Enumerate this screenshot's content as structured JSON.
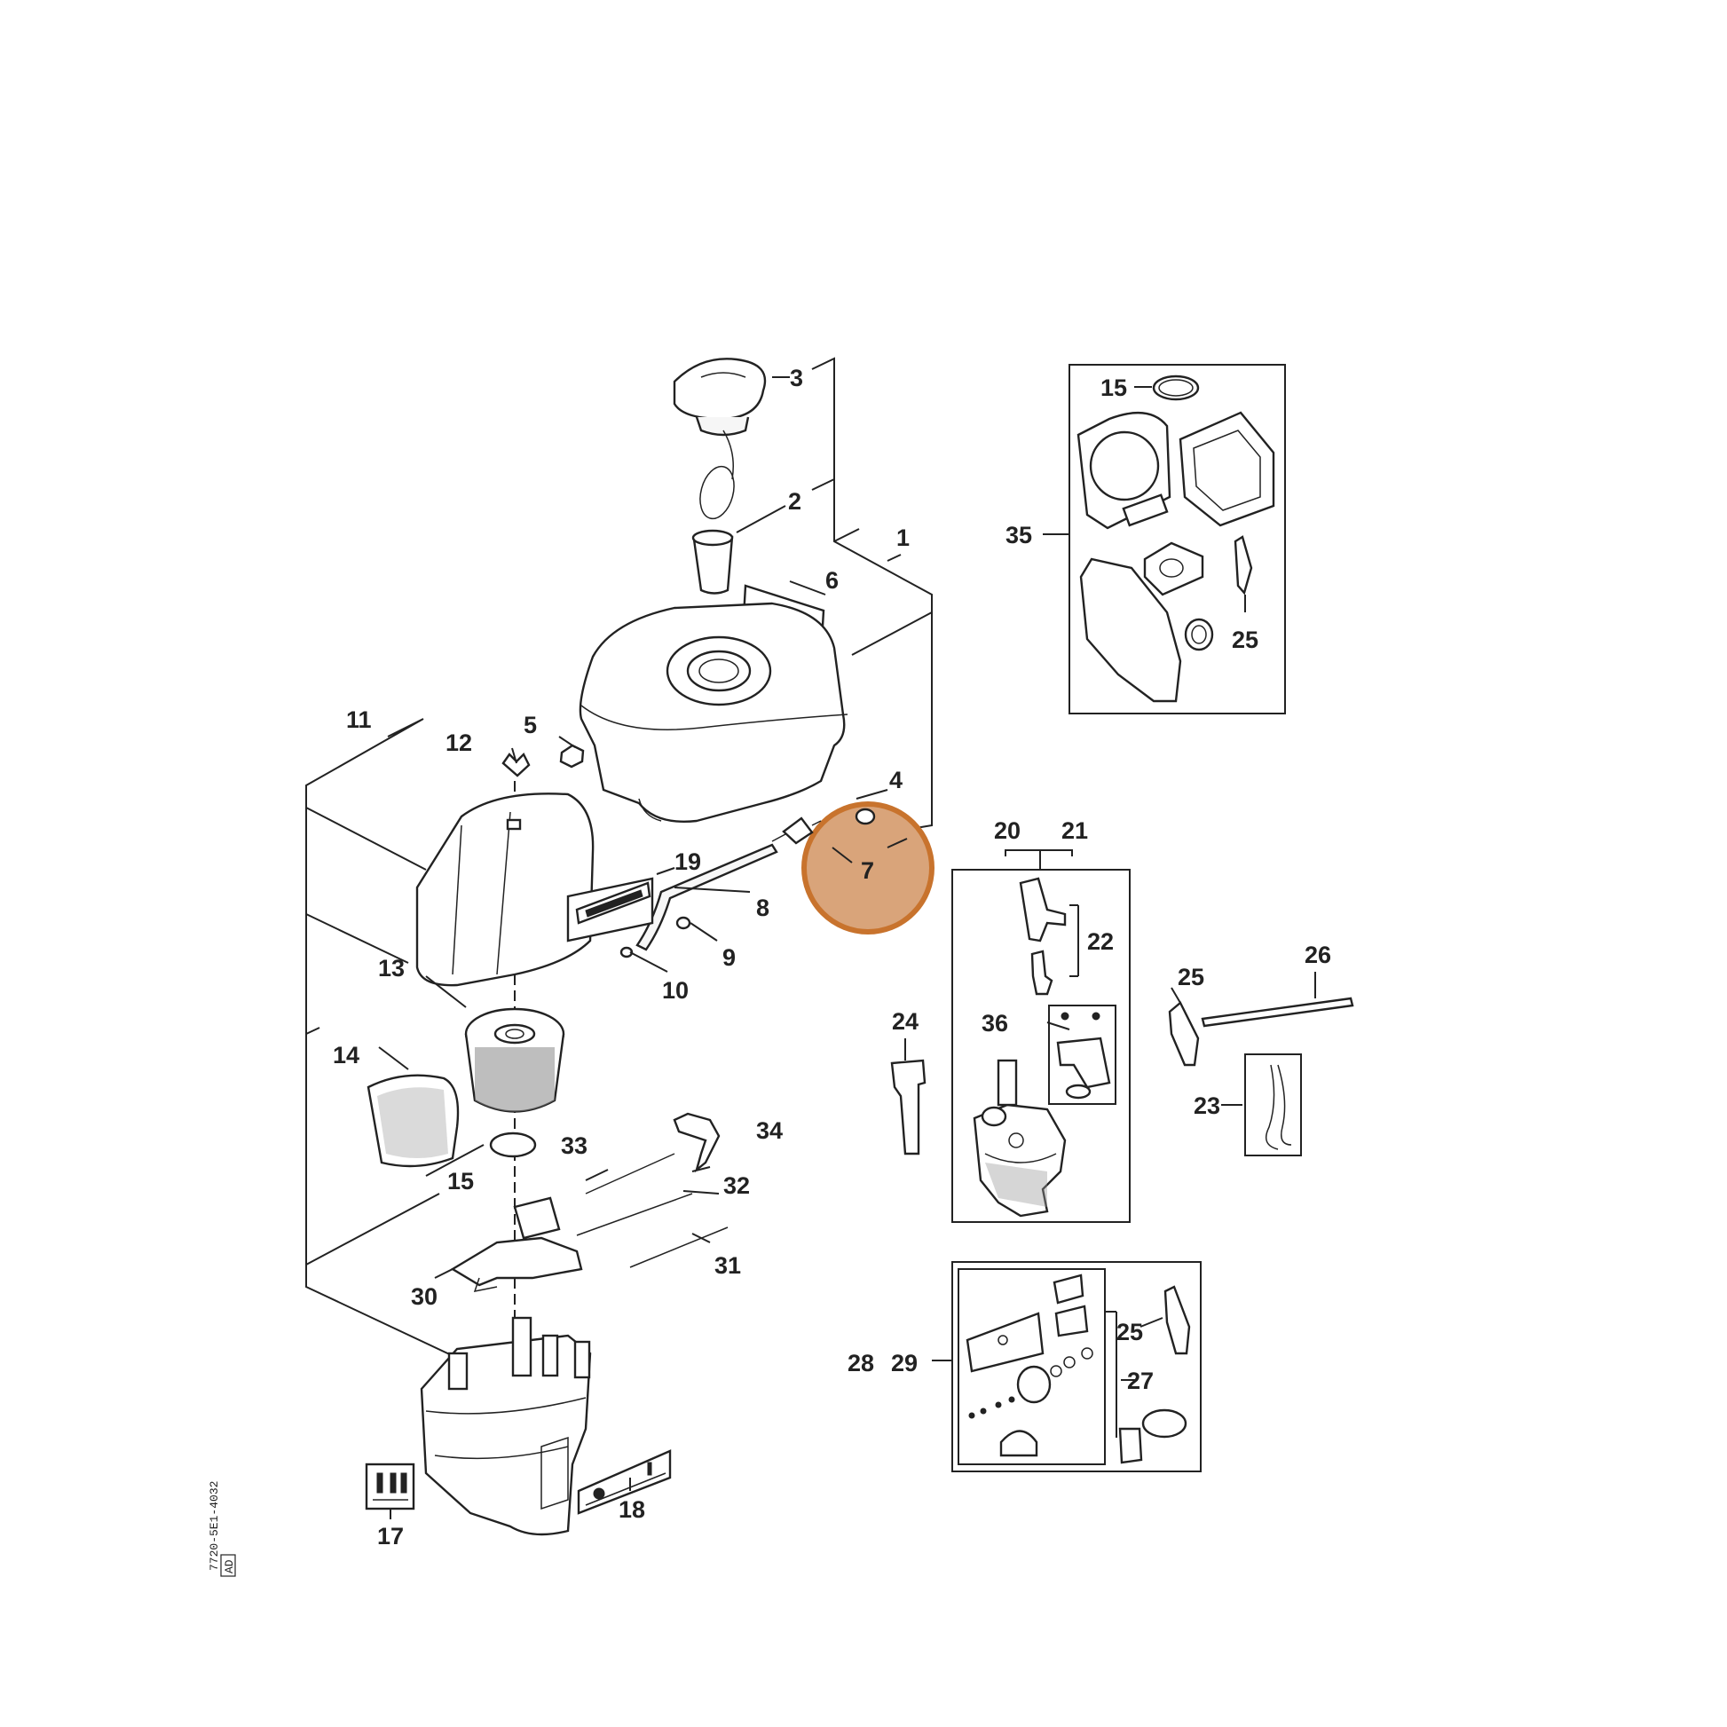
{
  "diagram": {
    "highlight_color": "#c8732d",
    "highlight_fill": "#d9a47a",
    "callouts": {
      "c1": "1",
      "c2": "2",
      "c3": "3",
      "c4": "4",
      "c5": "5",
      "c6": "6",
      "c7": "7",
      "c8": "8",
      "c9": "9",
      "c10": "10",
      "c11": "11",
      "c12": "12",
      "c13": "13",
      "c14": "14",
      "c15a": "15",
      "c15b": "15",
      "c17": "17",
      "c18": "18",
      "c19": "19",
      "c20": "20",
      "c21": "21",
      "c22": "22",
      "c23": "23",
      "c24": "24",
      "c25a": "25",
      "c25b": "25",
      "c25c": "25",
      "c26": "26",
      "c27": "27",
      "c28": "28",
      "c29": "29",
      "c30": "30",
      "c31": "31",
      "c32": "32",
      "c33": "33",
      "c34": "34",
      "c35": "35",
      "c36": "36"
    },
    "drawing_code": "7720-5E1-4032",
    "drawing_code_box": "AD"
  }
}
